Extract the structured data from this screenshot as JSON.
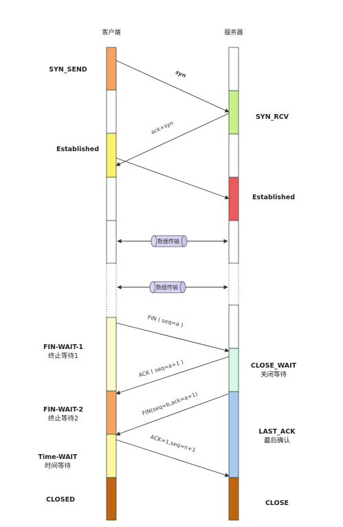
{
  "client": {
    "title": "客户端",
    "states": {
      "syn_send": "SYN_SEND",
      "established": "Established",
      "fin_wait_1": "FIN-WAIT-1",
      "fin_wait_1_cn": "终止等待1",
      "fin_wait_2": "FIN-WAIT-2",
      "fin_wait_2_cn": "终止等待2",
      "time_wait": "Time-WAIT",
      "time_wait_cn": "时间等待",
      "closed": "CLOSED"
    }
  },
  "server": {
    "title": "服务器",
    "states": {
      "syn_rcv": "SYN_RCV",
      "established": "Established",
      "close_wait": "CLOSE_WAIT",
      "close_wait_cn": "关闭等待",
      "last_ack": "LAST_ACK",
      "last_ack_cn": "最后确认",
      "close": "CLOSE"
    }
  },
  "messages": {
    "syn": "syn",
    "ack_syn": "ack+syn",
    "data_transfer_1": "数据传输",
    "data_transfer_2": "数据传输",
    "fin": "FIN ( seq=a )",
    "ack": "ACK ( seq=a+1 )",
    "fin_ack": "FIN(seq=b,ack=a+1)",
    "last_ack": "ACK=1,seq=n+1"
  },
  "colors": {
    "orange": "#F4A460",
    "light_green": "#C5F08A",
    "yellow": "#FAF36B",
    "red": "#EE5A5A",
    "pale_yellow": "#FCFBCC",
    "mint": "#D6F7E3",
    "blue": "#A7CBF0",
    "light_yellow": "#FCF7A0",
    "brown": "#C0640E",
    "cylinder": "#D8D4F5"
  }
}
